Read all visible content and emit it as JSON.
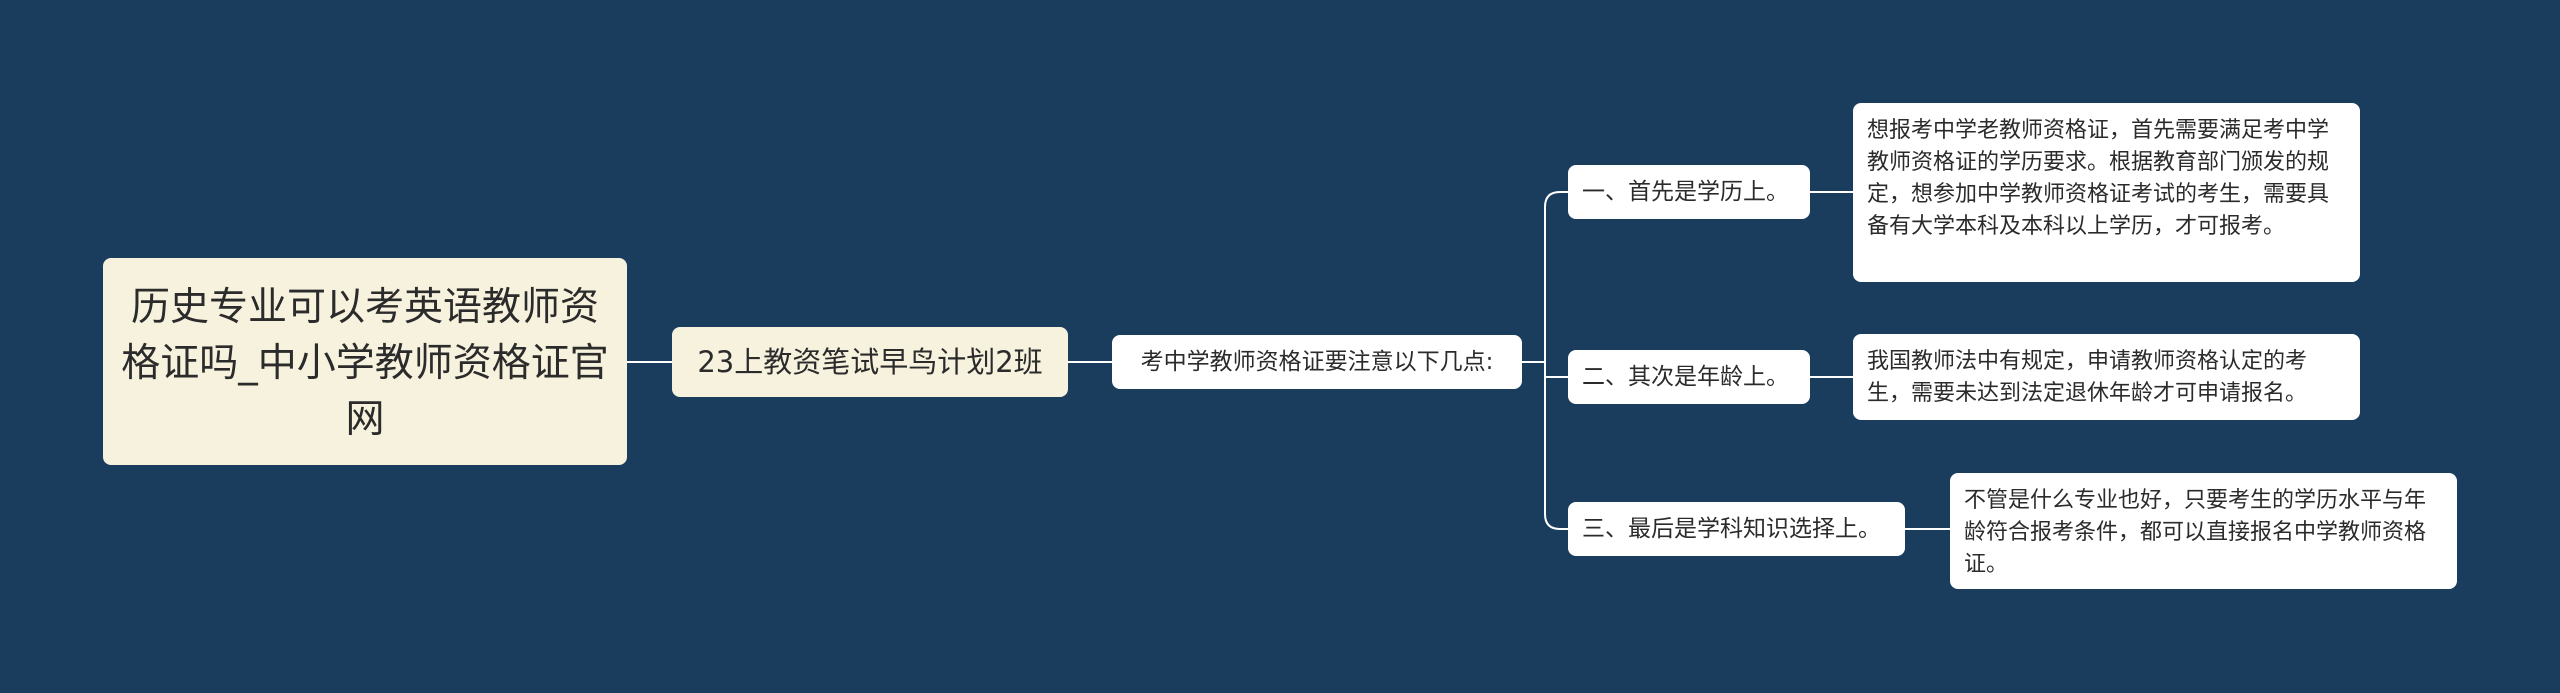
{
  "root": {
    "title": "历史专业可以考英语教师资格证吗_中小学教师资格证官网"
  },
  "level1": {
    "label": "23上教资笔试早鸟计划2班"
  },
  "level2": {
    "label": "考中学教师资格证要注意以下几点:"
  },
  "points": [
    {
      "label": "一、首先是学历上。",
      "detail": "想报考中学老教师资格证，首先需要满足考中学教师资格证的学历要求。根据教育部门颁发的规定，想参加中学教师资格证考试的考生，需要具备有大学本科及本科以上学历，才可报考。"
    },
    {
      "label": "二、其次是年龄上。",
      "detail": "我国教师法中有规定，申请教师资格认定的考生，需要未达到法定退休年龄才可申请报名。"
    },
    {
      "label": "三、最后是学科知识选择上。",
      "detail": "不管是什么专业也好，只要考生的学历水平与年龄符合报考条件，都可以直接报名中学教师资格证。"
    }
  ],
  "colors": {
    "background": "#1a3d5e",
    "root_fill": "#f7f2de",
    "node_fill": "#ffffff",
    "line": "#ffffff"
  }
}
